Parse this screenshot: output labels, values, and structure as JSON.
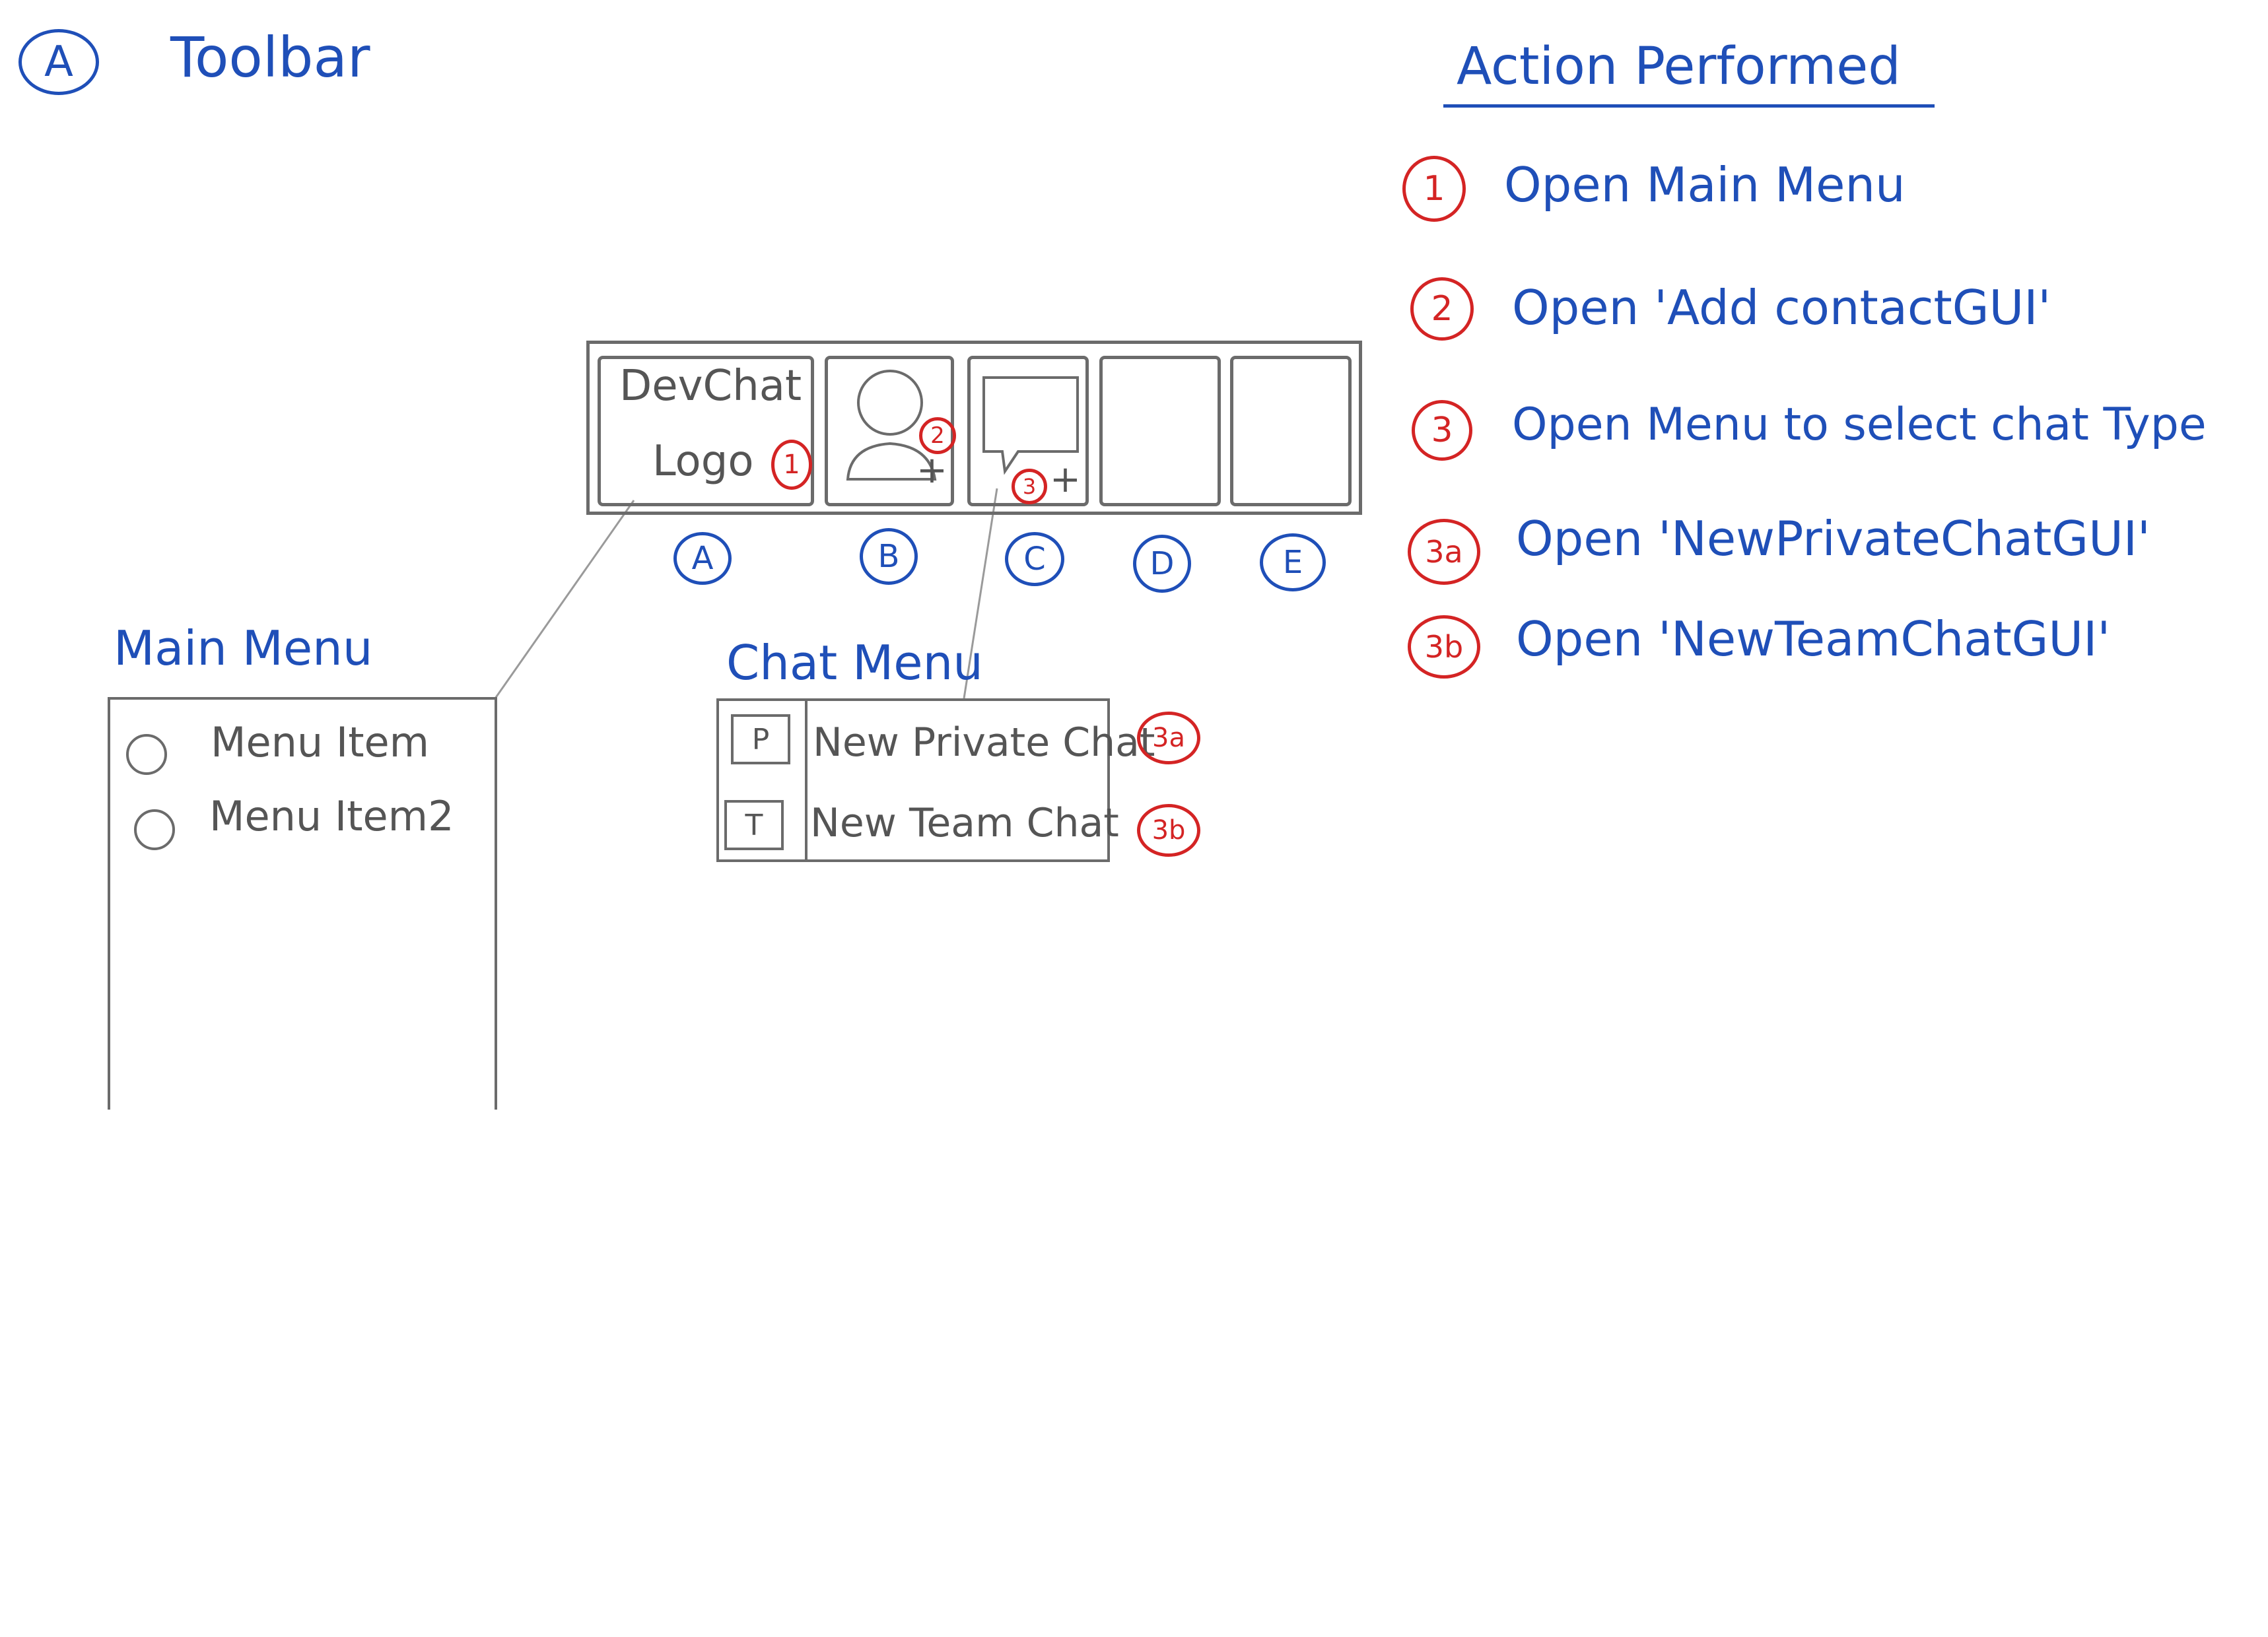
{
  "header": {
    "badge": "A",
    "title": "Toolbar"
  },
  "toolbar": {
    "logo_line1": "DevChat",
    "logo_line2": "Logo",
    "marker_1": "1",
    "marker_2": "2",
    "marker_3": "3",
    "plus_symbol": "+",
    "button_labels": [
      "A",
      "B",
      "C",
      "D",
      "E"
    ]
  },
  "main_menu": {
    "title": "Main Menu",
    "items": [
      "Menu Item",
      "Menu Item2"
    ]
  },
  "chat_menu": {
    "title": "Chat Menu",
    "items": [
      {
        "icon_letter": "P",
        "label": "New Private Chat",
        "marker": "3a"
      },
      {
        "icon_letter": "T",
        "label": "New Team Chat",
        "marker": "3b"
      }
    ]
  },
  "actions": {
    "heading": "Action Performed",
    "rows": [
      {
        "marker": "1",
        "text": "Open Main Menu"
      },
      {
        "marker": "2",
        "text": "Open 'Add contactGUI'"
      },
      {
        "marker": "3",
        "text": "Open Menu to select chat Type"
      },
      {
        "marker": "3a",
        "text": "Open 'NewPrivateChatGUI'"
      },
      {
        "marker": "3b",
        "text": "Open 'NewTeamChatGUI'"
      }
    ]
  },
  "colors": {
    "annotation_blue": "#1f4fb8",
    "marker_red": "#d42424",
    "pencil_gray": "#6b6b6b"
  }
}
